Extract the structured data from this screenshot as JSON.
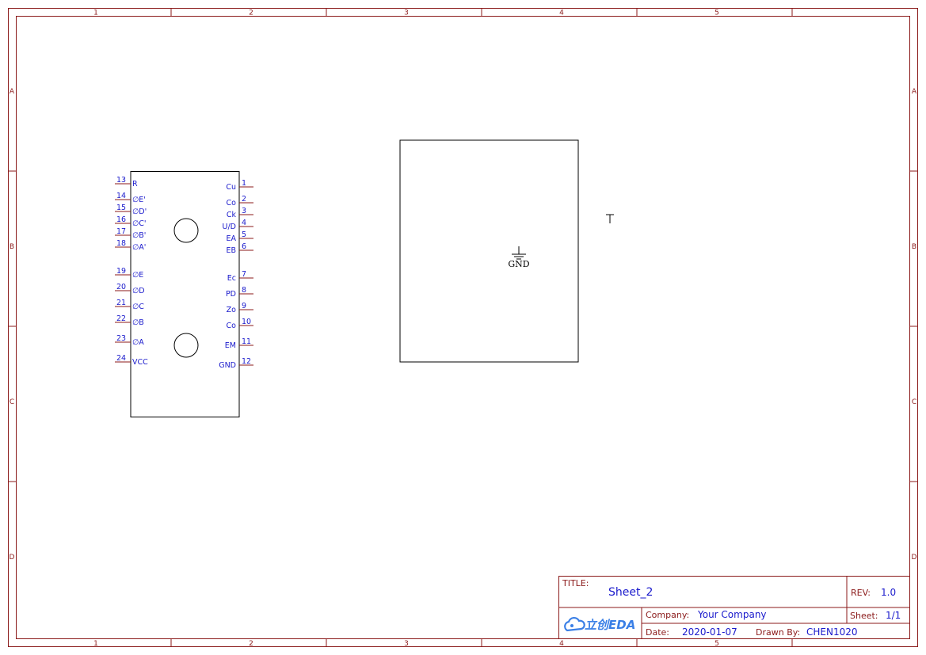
{
  "frame": {
    "columns": [
      "1",
      "2",
      "3",
      "4",
      "5"
    ],
    "rows": [
      "A",
      "B",
      "C",
      "D"
    ]
  },
  "ic": {
    "left_pins": [
      {
        "num": "13",
        "name": "R"
      },
      {
        "num": "14",
        "name": "∅E'"
      },
      {
        "num": "15",
        "name": "∅D'"
      },
      {
        "num": "16",
        "name": "∅C'"
      },
      {
        "num": "17",
        "name": "∅B'"
      },
      {
        "num": "18",
        "name": "∅A'"
      },
      {
        "num": "19",
        "name": "∅E"
      },
      {
        "num": "20",
        "name": "∅D"
      },
      {
        "num": "21",
        "name": "∅C"
      },
      {
        "num": "22",
        "name": "∅B"
      },
      {
        "num": "23",
        "name": "∅A"
      },
      {
        "num": "24",
        "name": "VCC"
      }
    ],
    "right_pins": [
      {
        "num": "1",
        "name": "Cu"
      },
      {
        "num": "2",
        "name": "Co"
      },
      {
        "num": "3",
        "name": "Ck"
      },
      {
        "num": "4",
        "name": "U/D"
      },
      {
        "num": "5",
        "name": "EA"
      },
      {
        "num": "6",
        "name": "EB"
      },
      {
        "num": "7",
        "name": "Ec"
      },
      {
        "num": "8",
        "name": "PD"
      },
      {
        "num": "9",
        "name": "Zo"
      },
      {
        "num": "10",
        "name": "Co"
      },
      {
        "num": "11",
        "name": "EM"
      },
      {
        "num": "12",
        "name": "GND"
      }
    ]
  },
  "gnd_symbol": {
    "label": "GND"
  },
  "title_block": {
    "title_label": "TITLE:",
    "title_value": "Sheet_2",
    "rev_label": "REV:",
    "rev_value": "1.0",
    "company_label": "Company:",
    "company_value": "Your Company",
    "sheet_label": "Sheet:",
    "sheet_value": "1/1",
    "date_label": "Date:",
    "date_value": "2020-01-07",
    "drawn_label": "Drawn By:",
    "drawn_value": "CHEN1020",
    "logo_text": "立创EDA"
  },
  "colors": {
    "frame": "#8b1a1a",
    "text_blue": "#1a1acc",
    "logo_blue": "#3a7fe6"
  }
}
